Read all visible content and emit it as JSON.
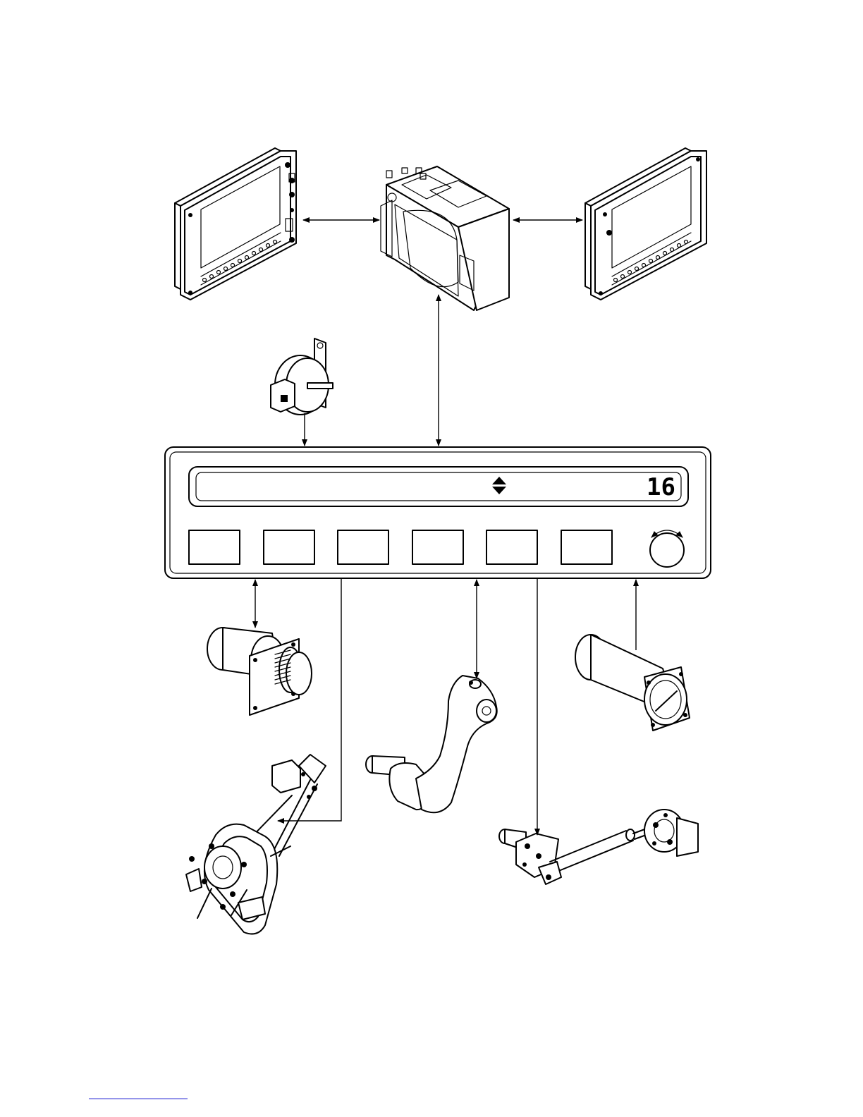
{
  "controller": {
    "display_value": "16",
    "scroll_icon": "up-down-arrows-icon",
    "knob_icon": "rotary-knob-icon",
    "softkey_count": 6
  },
  "components": [
    "left-display-unit",
    "central-computer-unit",
    "right-display-unit",
    "rotary-sensor",
    "solenoid-actuator",
    "control-column-assembly",
    "control-stick-grip",
    "linear-actuator-assembly",
    "airspeed-indicator"
  ]
}
